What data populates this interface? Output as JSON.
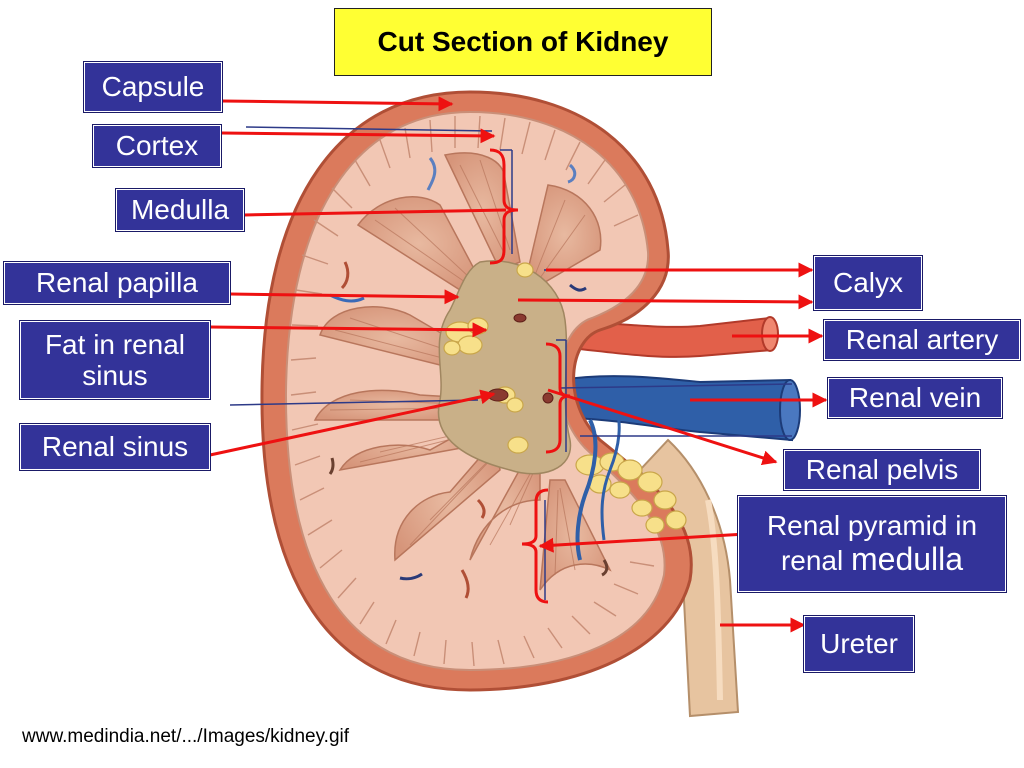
{
  "title": "Cut Section of Kidney",
  "labels": {
    "capsule": "Capsule",
    "cortex": "Cortex",
    "medulla": "Medulla",
    "renal_papilla": "Renal papilla",
    "fat_in_renal_sinus_line1": "Fat in renal",
    "fat_in_renal_sinus_line2": "sinus",
    "renal_sinus": "Renal sinus",
    "calyx": "Calyx",
    "renal_artery": "Renal artery",
    "renal_vein": "Renal vein",
    "renal_pelvis": "Renal pelvis",
    "renal_pyramid_line1": "Renal pyramid in",
    "renal_pyramid_line2a": "renal ",
    "renal_pyramid_line2b": "medulla",
    "ureter": "Ureter"
  },
  "source": "www.medindia.net/.../Images/kidney.gif",
  "colors": {
    "title_background": "#ffff33",
    "label_background": "#333399",
    "label_text": "#ffffff",
    "arrow": "#ee1111"
  }
}
